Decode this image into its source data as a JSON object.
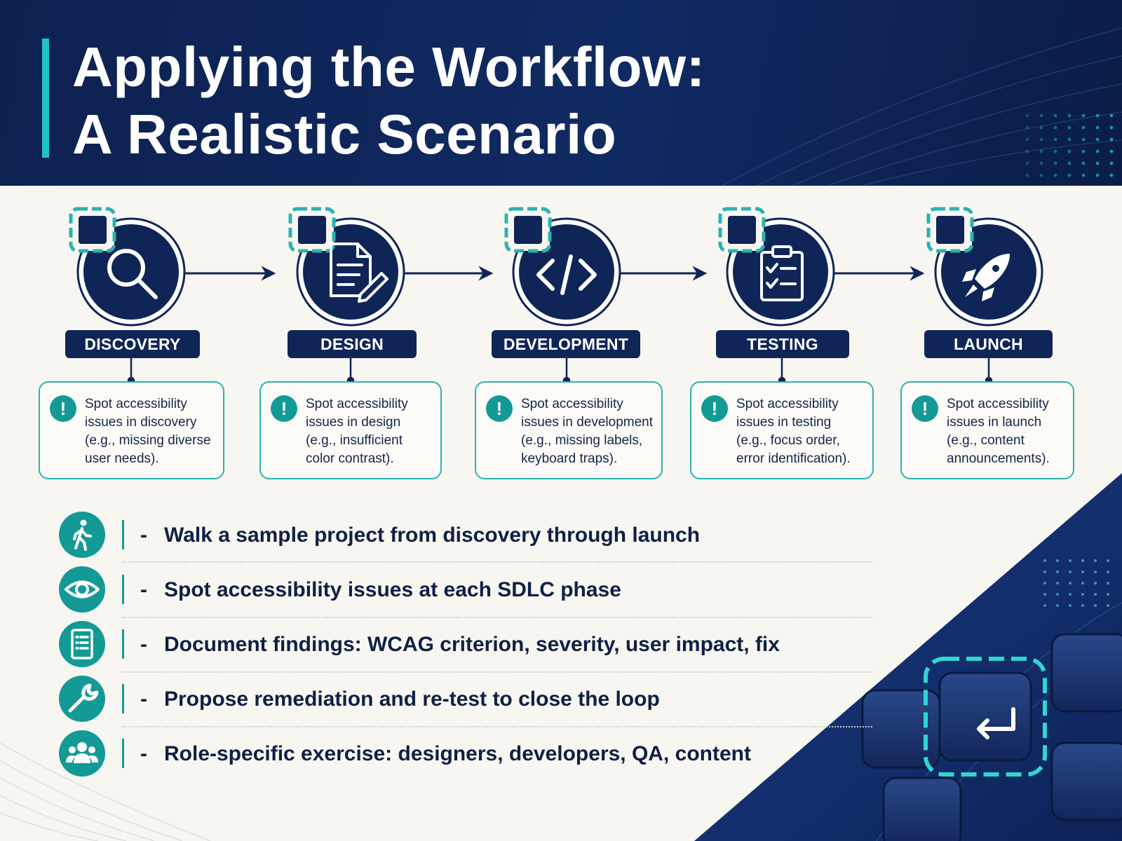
{
  "title": {
    "line1": "Applying the Workflow:",
    "line2": "A Realistic Scenario"
  },
  "colors": {
    "navy": "#0f2557",
    "teal": "#139a96",
    "accent": "#1ec3c8",
    "background": "#f8f6f0"
  },
  "phases": [
    {
      "label": "DISCOVERY",
      "icon": "magnifier-icon",
      "issue": [
        "Spot accessibility",
        "issues in discovery",
        "(e.g., missing diverse",
        "user needs)."
      ]
    },
    {
      "label": "DESIGN",
      "icon": "document-pencil-icon",
      "issue": [
        "Spot accessibility",
        "issues in design",
        "(e.g., insufficient",
        "color contrast)."
      ]
    },
    {
      "label": "DEVELOPMENT",
      "icon": "code-icon",
      "issue": [
        "Spot accessibility",
        "issues in development",
        "(e.g., missing labels,",
        "keyboard traps)."
      ]
    },
    {
      "label": "TESTING",
      "icon": "clipboard-checklist-icon",
      "issue": [
        "Spot accessibility",
        "issues in testing",
        "(e.g., focus order,",
        "error identification)."
      ]
    },
    {
      "label": "LAUNCH",
      "icon": "rocket-icon",
      "issue": [
        "Spot accessibility",
        "issues in launch",
        "(e.g., content",
        "announcements)."
      ]
    }
  ],
  "bullets": [
    {
      "icon": "walking-person-icon",
      "dash": "-",
      "text": "Walk a sample project from discovery through launch"
    },
    {
      "icon": "eye-icon",
      "dash": "-",
      "text": "Spot accessibility issues at each SDLC phase"
    },
    {
      "icon": "document-list-icon",
      "dash": "-",
      "text": "Document findings: WCAG criterion, severity, user impact, fix"
    },
    {
      "icon": "wrench-icon",
      "dash": "-",
      "text": "Propose remediation and re-test to close the loop"
    },
    {
      "icon": "people-group-icon",
      "dash": "-",
      "text": "Role-specific exercise: designers, developers, QA, content"
    }
  ],
  "issue_marker": "!",
  "keyboard_illustration": {
    "icon": "enter-key-icon"
  }
}
